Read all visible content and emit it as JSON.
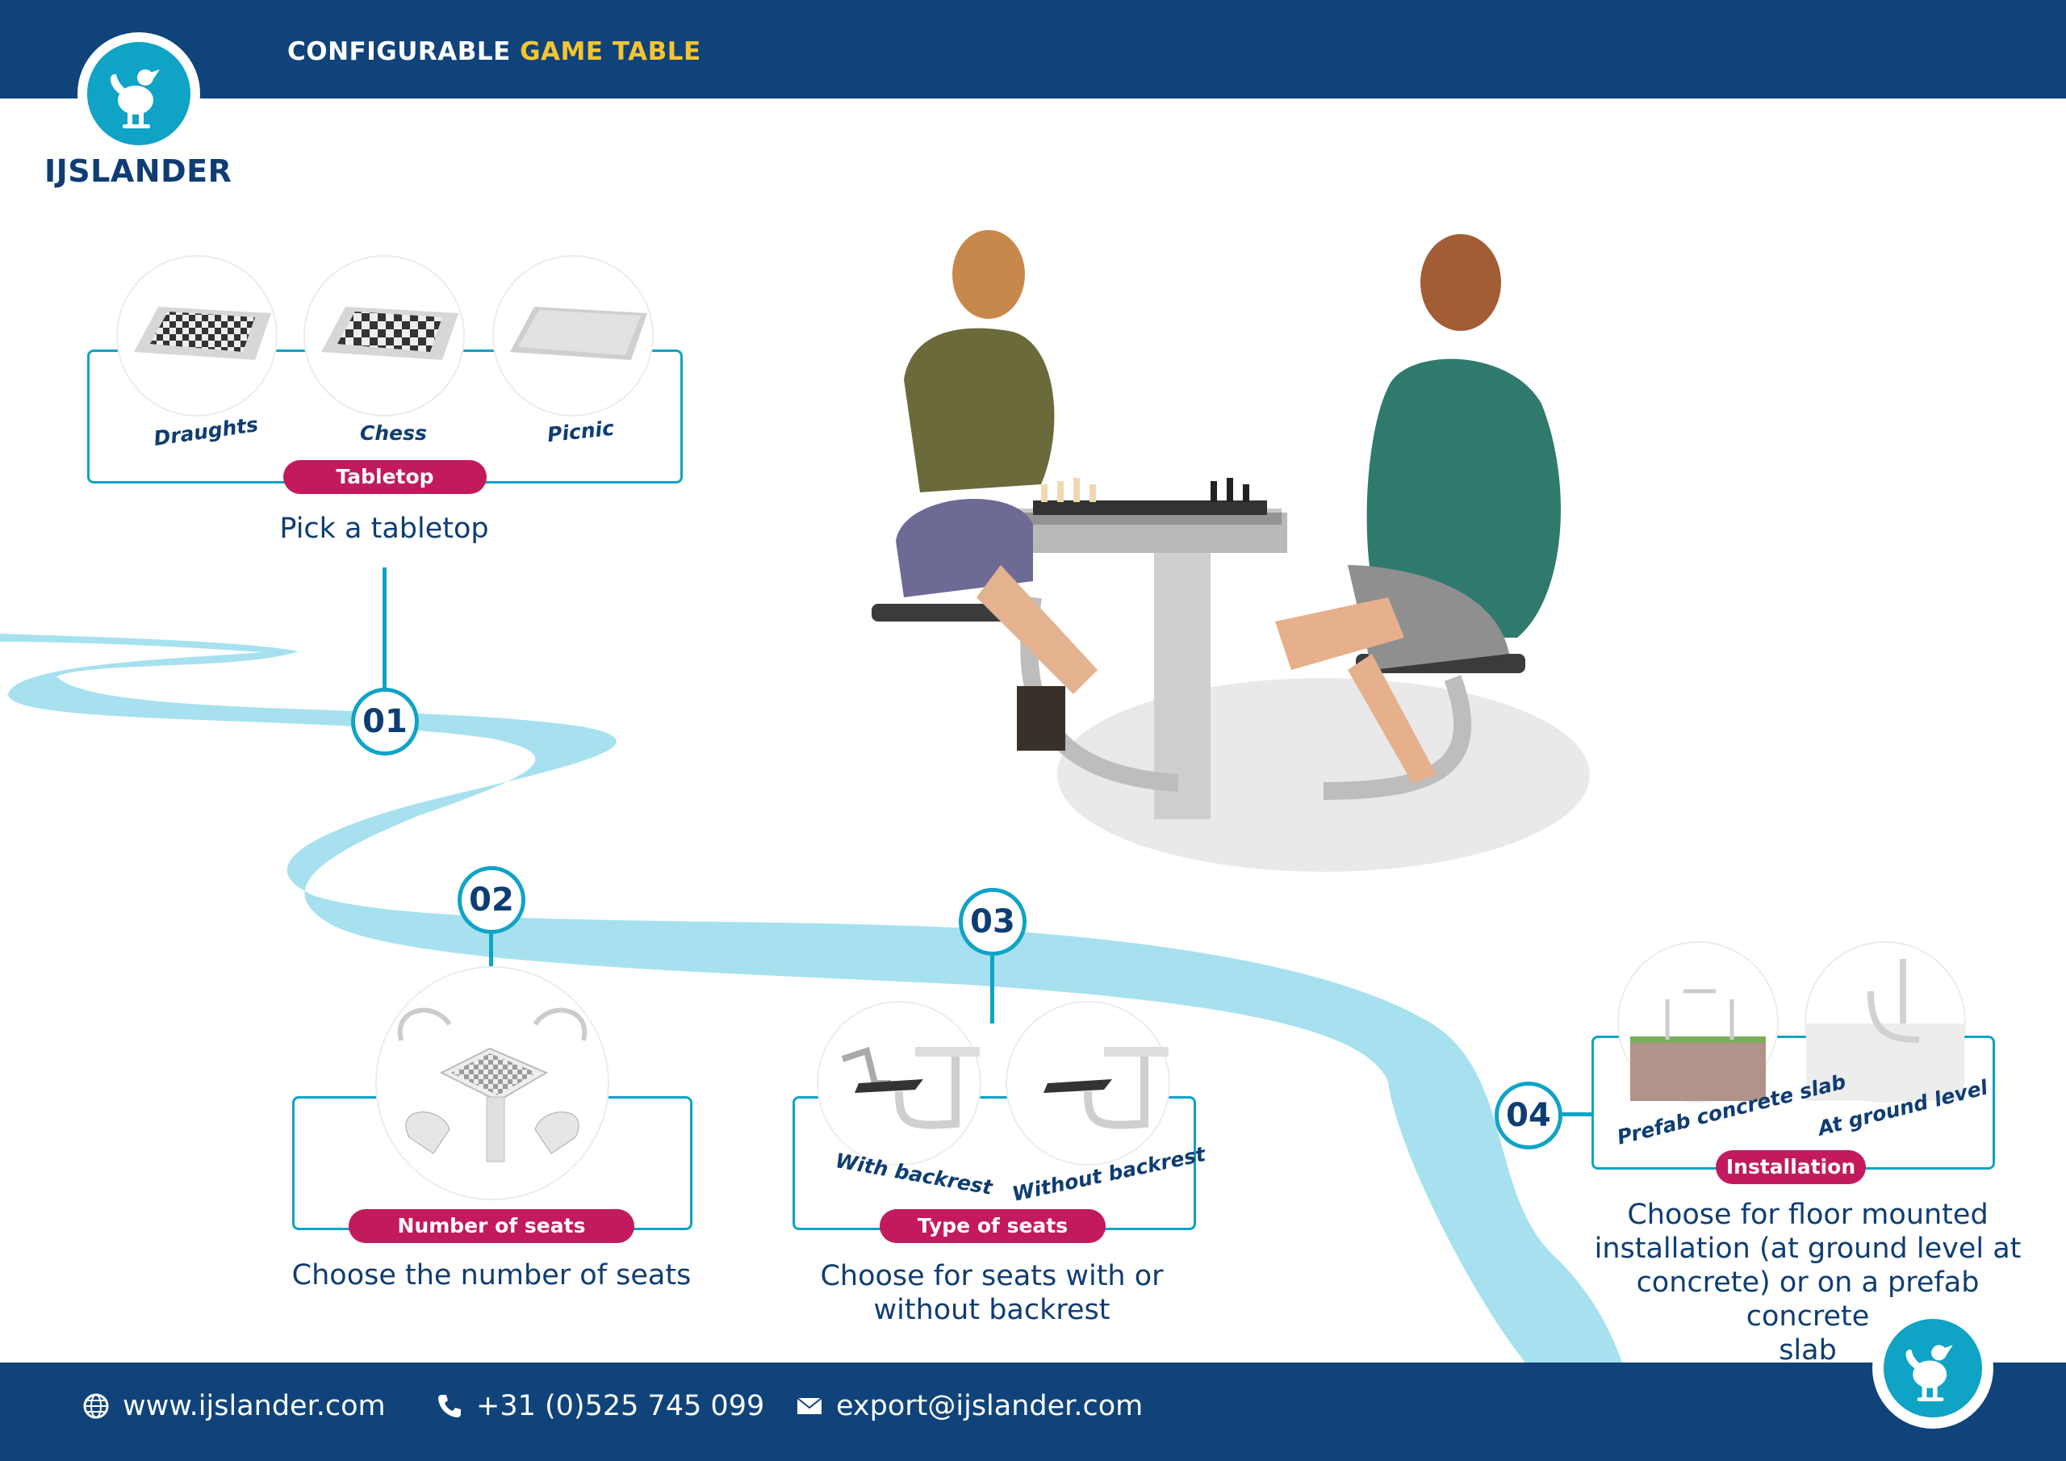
{
  "header": {
    "title_part1": "CONFIGURABLE",
    "title_part2": "GAME TABLE"
  },
  "brand": {
    "name": "IJSLANDER",
    "primary_color": "#0f437a",
    "accent_color": "#0fa3c6",
    "pill_color": "#c21a5c",
    "highlight_color": "#f5c531",
    "river_color": "#a7e1ef"
  },
  "steps": [
    {
      "number": "01",
      "pill": "Tabletop",
      "description": "Pick a tabletop",
      "options": [
        "Draughts",
        "Chess",
        "Picnic"
      ]
    },
    {
      "number": "02",
      "pill": "Number of seats",
      "description": "Choose the number of seats"
    },
    {
      "number": "03",
      "pill": "Type of seats",
      "description_line1": "Choose for seats with or",
      "description_line2": "without backrest",
      "options": [
        "With backrest",
        "Without backrest"
      ]
    },
    {
      "number": "04",
      "pill": "Installation",
      "description_lines": [
        "Choose for floor mounted",
        "installation (at ground level at",
        "concrete) or on a prefab concrete",
        "slab"
      ],
      "options": [
        "Prefab concrete slab",
        "At ground level"
      ]
    }
  ],
  "footer": {
    "website": "www.ijslander.com",
    "phone": "+31 (0)525 745 099",
    "email": "export@ijslander.com",
    "icons": [
      "globe-icon",
      "phone-icon",
      "envelope-icon"
    ]
  }
}
